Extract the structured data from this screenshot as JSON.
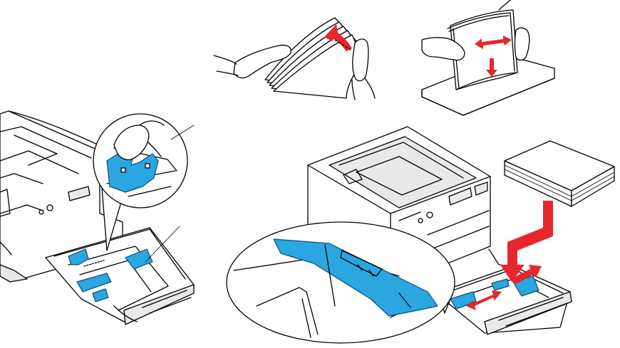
{
  "figure": {
    "panels": [
      {
        "id": "fan-paper",
        "icon": "hands-fanning-paper-icon"
      },
      {
        "id": "align-stack",
        "icon": "hands-aligning-paper-stack-icon"
      },
      {
        "id": "adjust-guides",
        "icon": "printer-tray-guide-adjustment-icon"
      },
      {
        "id": "load-paper",
        "icon": "printer-tray-paper-loading-icon"
      }
    ],
    "colors": {
      "guide_blue": "#2aa6e0",
      "arrow_red": "#e8262b",
      "outline": "#000000",
      "background": "#ffffff"
    }
  }
}
